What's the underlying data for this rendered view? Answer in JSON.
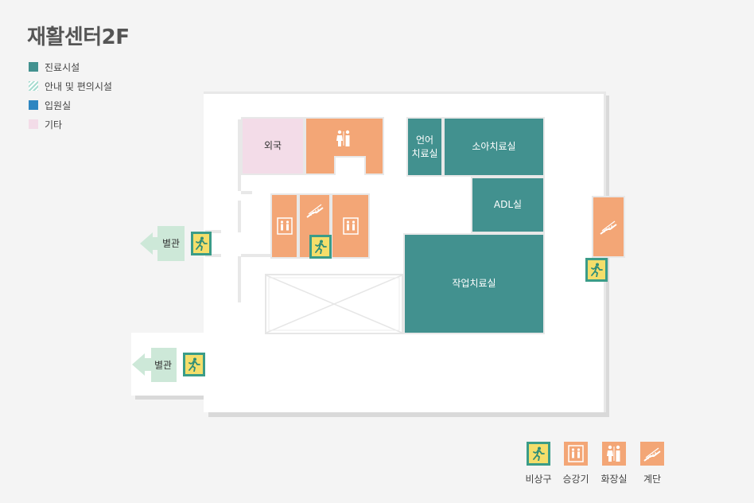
{
  "title": "재활센터2F",
  "legend": [
    {
      "label": "진료시설",
      "color": "#42918f",
      "pattern": "solid"
    },
    {
      "label": "안내 및 편의시설",
      "color": "#a7dcd0",
      "pattern": "hatch"
    },
    {
      "label": "입원실",
      "color": "#2e86c1",
      "pattern": "solid"
    },
    {
      "label": "기타",
      "color": "#f3dce8",
      "pattern": "solid"
    }
  ],
  "rooms": {
    "pharmacy": "외국",
    "speech_line1": "언어",
    "speech_line2": "치료실",
    "pediatric": "소아치료실",
    "adl": "ADL실",
    "occupational": "작업치료실"
  },
  "arrows": {
    "upper": "별관",
    "lower": "별관"
  },
  "key": [
    {
      "label": "비상구",
      "icon": "emergency-exit-icon"
    },
    {
      "label": "승강기",
      "icon": "elevator-icon"
    },
    {
      "label": "화장실",
      "icon": "restroom-icon"
    },
    {
      "label": "계단",
      "icon": "stairs-icon"
    }
  ],
  "colors": {
    "treatment": "#42918f",
    "facility": "#f3a676",
    "other": "#f3dce8",
    "exit_fill": "#f4de6a",
    "exit_border": "#3b9c88",
    "arrow": "#cde8d8"
  }
}
